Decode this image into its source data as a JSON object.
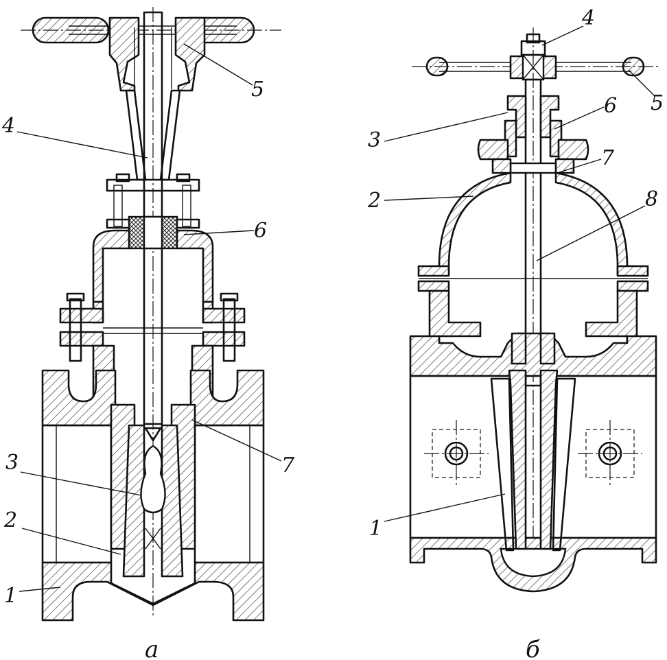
{
  "figure_a": {
    "caption": "а",
    "labels": [
      "1",
      "2",
      "3",
      "4",
      "5",
      "6",
      "7"
    ]
  },
  "figure_b": {
    "caption": "б",
    "labels": [
      "1",
      "2",
      "3",
      "4",
      "5",
      "6",
      "7",
      "8"
    ]
  }
}
